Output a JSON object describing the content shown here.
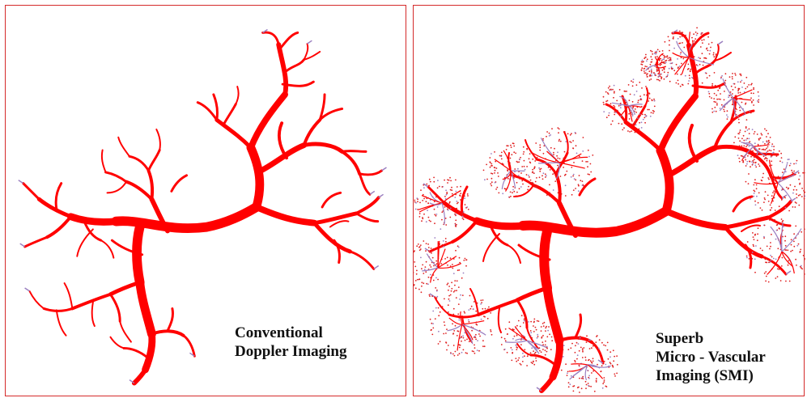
{
  "panels": [
    {
      "caption_lines": [
        "Conventional",
        "Doppler Imaging"
      ]
    },
    {
      "caption_lines": [
        "Superb",
        "Micro - Vascular",
        "Imaging (SMI)"
      ]
    }
  ],
  "colors": {
    "vessel": "#ff0000",
    "microvessel": "#e02020",
    "faint_vessel": "#9a7fc0",
    "border": "#d42a2a"
  }
}
